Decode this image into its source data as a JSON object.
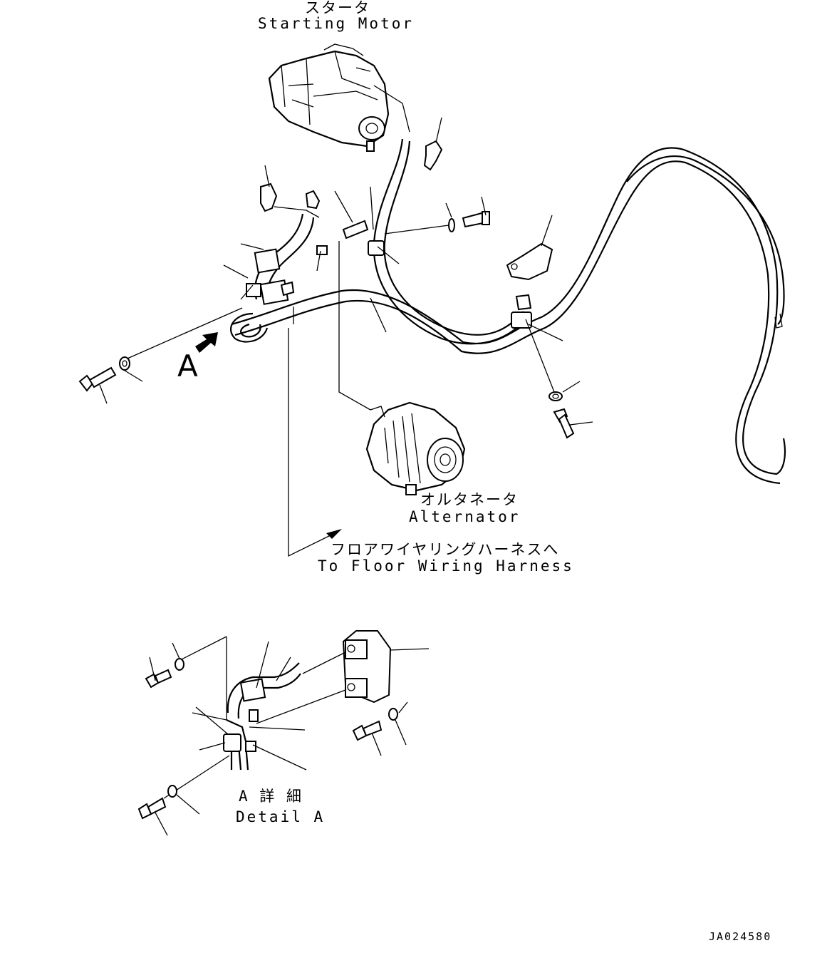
{
  "labels": {
    "starter_jp": "スタータ",
    "starter_en": "Starting Motor",
    "alternator_jp": "オルタネータ",
    "alternator_en": "Alternator",
    "floor_jp": "フロアワイヤリングハーネスへ",
    "floor_en": "To Floor Wiring Harness",
    "view_letter": "A",
    "detail_jp": "A 詳 細",
    "detail_en": "Detail A",
    "drawing_code": "JA024580"
  }
}
